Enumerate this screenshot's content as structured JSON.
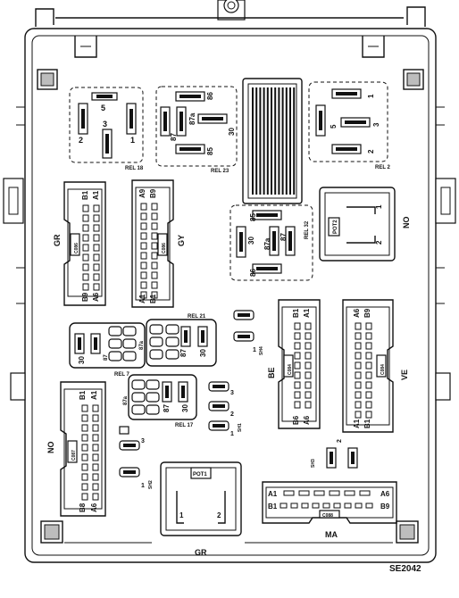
{
  "ref_code": "SE2042",
  "relays": {
    "rel18": {
      "name": "REL 18",
      "pins": [
        "5",
        "3",
        "2",
        "1"
      ]
    },
    "rel23": {
      "name": "REL 23",
      "pins": [
        "86",
        "87a",
        "87",
        "30",
        "85"
      ]
    },
    "rel2": {
      "name": "REL 2",
      "pins": [
        "1",
        "5",
        "3",
        "2"
      ]
    },
    "rel32": {
      "name": "REL 32",
      "pins": [
        "85",
        "30",
        "87a",
        "87",
        "86"
      ]
    },
    "rel21": {
      "name": "REL 21",
      "pins": [
        "87a",
        "87",
        "30"
      ]
    },
    "rel7": {
      "name": "REL 7",
      "pins": [
        "30",
        "87"
      ]
    },
    "rel17": {
      "name": "REL 17",
      "pins": [
        "87a",
        "87",
        "30"
      ]
    }
  },
  "connectors": {
    "c_gr_top": {
      "color": "GR",
      "code": "C086",
      "pins": [
        "B1",
        "A1",
        "B9",
        "A6"
      ]
    },
    "c_gy": {
      "color": "GY",
      "code": "C086",
      "pins": [
        "A9",
        "B9",
        "A1",
        "B1"
      ]
    },
    "c_be": {
      "color": "BE",
      "code": "C084",
      "pins": [
        "B1",
        "A1",
        "B6",
        "A6"
      ]
    },
    "c_ve": {
      "color": "VE",
      "code": "C084",
      "pins": [
        "A6",
        "B9",
        "A1",
        "B1"
      ]
    },
    "c_no": {
      "color": "NO",
      "code": "C087",
      "pins": [
        "B1",
        "A1",
        "B8",
        "A6"
      ]
    },
    "c_ma": {
      "color": "MA",
      "code": "C088",
      "pins": [
        "A1",
        "A6",
        "B1",
        "B9"
      ]
    }
  },
  "pots": {
    "pot2": {
      "label": "POT2",
      "color": "NO",
      "pins": [
        "1",
        "2"
      ]
    },
    "pot1": {
      "label": "POT1",
      "color": "GR",
      "pins": [
        "1",
        "2"
      ]
    }
  },
  "shunts": {
    "sh1": {
      "name": "SH1",
      "pins": [
        "3",
        "2",
        "1"
      ]
    },
    "sh2": {
      "name": "SH2",
      "pins": [
        "3",
        "1"
      ]
    },
    "sh3": {
      "name": "SH3",
      "pins": [
        "2"
      ]
    },
    "sh4": {
      "name": "SH4",
      "pins": [
        "1"
      ]
    }
  }
}
